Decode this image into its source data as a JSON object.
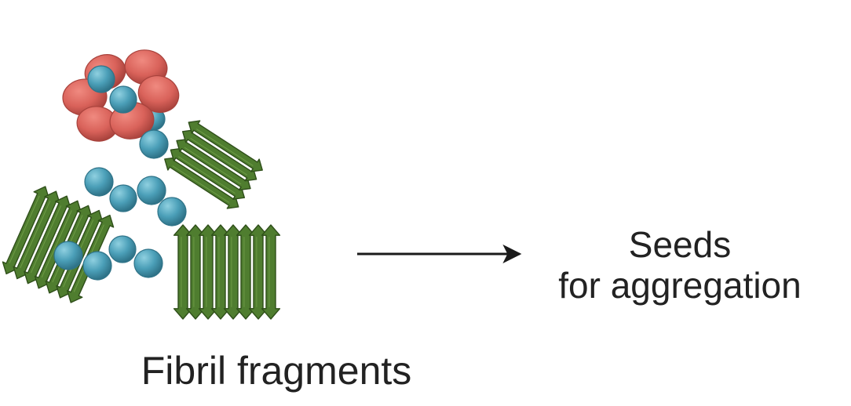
{
  "labels": {
    "fibril_fragments": "Fibril fragments",
    "seeds_line1": "Seeds",
    "seeds_line2": "for aggregation"
  },
  "colors": {
    "oligomer_red": "#d9625a",
    "oligomer_red_dark": "#a8423c",
    "monomer_blue": "#4b9fb8",
    "monomer_blue_dark": "#2f7388",
    "fibril_green": "#4f7d2f",
    "fibril_green_dark": "#2f4f1a",
    "arrow": "#1a1a1a",
    "text": "#222222"
  },
  "icons": [
    "red-oligomer-cluster",
    "blue-monomer-bead",
    "green-beta-sheet-fibril",
    "right-arrow"
  ]
}
